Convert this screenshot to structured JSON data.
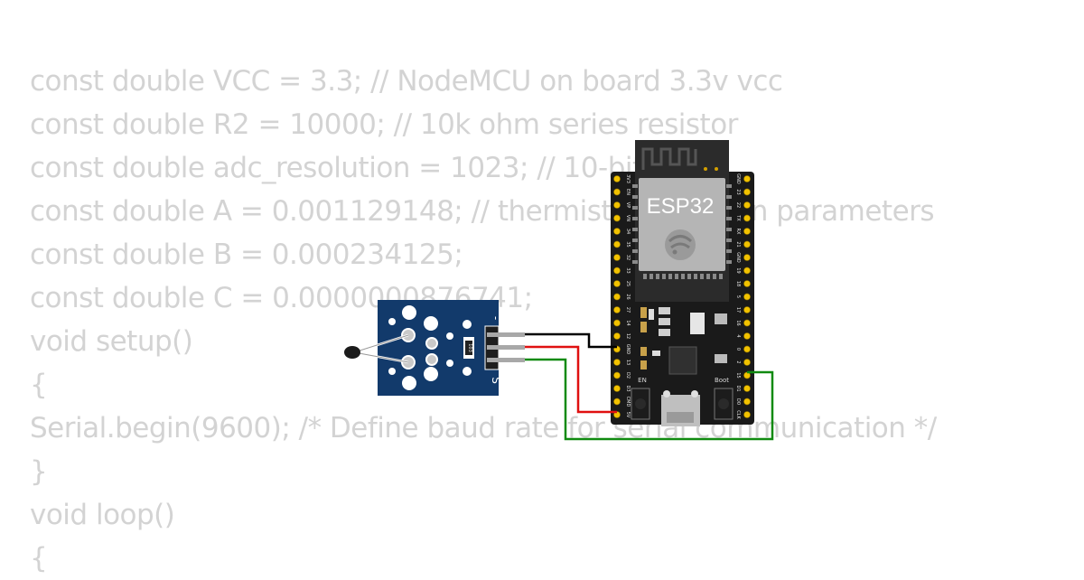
{
  "code_lines": [
    "const double VCC = 3.3; // NodeMCU on board 3.3v vcc",
    "const double R2 = 10000; // 10k ohm series resistor",
    "const double adc_resolution = 1023; // 10-bit adc",
    "const double A = 0.001129148; // thermistor equation parameters",
    "const double B = 0.000234125;",
    "const double C = 0.0000000876741;",
    "void setup()",
    "{",
    "Serial.begin(9600); /* Define baud rate for serial communication */",
    "}",
    "void loop()",
    "{"
  ],
  "board": {
    "module_label": "ESP32",
    "en_label": "EN",
    "boot_label": "Boot",
    "left_pins": [
      "3V3",
      "EN",
      "VP",
      "VN",
      "34",
      "35",
      "32",
      "33",
      "25",
      "26",
      "27",
      "14",
      "12",
      "GND",
      "13",
      "D2",
      "D3",
      "CMD",
      "5V"
    ],
    "right_pins": [
      "GND",
      "23",
      "22",
      "TX",
      "RX",
      "21",
      "GND",
      "19",
      "18",
      "5",
      "17",
      "16",
      "4",
      "0",
      "2",
      "15",
      "D1",
      "D0",
      "CLK"
    ]
  },
  "sensor": {
    "minus_label": "-",
    "signal_label": "S",
    "resistor_label": "103"
  },
  "colors": {
    "code_text": "#d3d3d3",
    "board_body": "#1a1a1a",
    "sensor_pcb": "#123a6b",
    "wire_gnd": "#000000",
    "wire_vcc": "#e01010",
    "wire_signal": "#108a10"
  }
}
